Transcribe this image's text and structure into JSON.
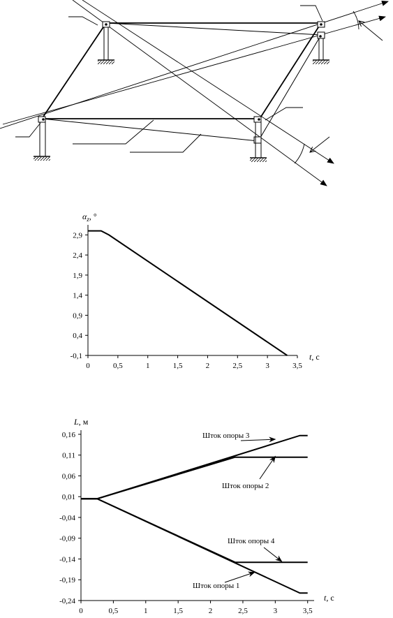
{
  "chart_data": [
    {
      "type": "line",
      "ylabel": "α",
      "ylabel_sub": "z",
      "ylabel_unit": ", °",
      "xlabel": "t",
      "xlabel_unit": ", с",
      "xlim": [
        0,
        3.5
      ],
      "ylim": [
        -0.1,
        3.15
      ],
      "x_ticks": [
        0,
        0.5,
        1,
        1.5,
        2,
        2.5,
        3,
        3.5
      ],
      "x_tick_labels": [
        "0",
        "0,5",
        "1",
        "1,5",
        "2",
        "2,5",
        "3",
        "3,5"
      ],
      "y_ticks": [
        -0.1,
        0.4,
        0.9,
        1.4,
        1.9,
        2.4,
        2.9
      ],
      "y_tick_labels": [
        "-0,1",
        "0,4",
        "0,9",
        "1,4",
        "1,9",
        "2,4",
        "2,9"
      ],
      "grid": false,
      "series": [
        {
          "x": [
            0,
            0.22,
            0.35,
            3.33
          ],
          "y": [
            3.0,
            3.0,
            2.9,
            -0.1
          ]
        }
      ]
    },
    {
      "type": "line",
      "ylabel": "L",
      "ylabel_unit": ", м",
      "xlabel": "t",
      "xlabel_unit": ", с",
      "xlim": [
        0,
        3.6
      ],
      "ylim": [
        -0.24,
        0.17
      ],
      "x_ticks": [
        0,
        0.5,
        1,
        1.5,
        2,
        2.5,
        3,
        3.5
      ],
      "x_tick_labels": [
        "0",
        "0,5",
        "1",
        "1,5",
        "2",
        "2,5",
        "3",
        "3,5"
      ],
      "y_ticks": [
        -0.24,
        -0.19,
        -0.14,
        -0.09,
        -0.04,
        0.01,
        0.06,
        0.11,
        0.16
      ],
      "y_tick_labels": [
        "-0,24",
        "-0,19",
        "-0,14",
        "-0,09",
        "-0,04",
        "0,01",
        "0,06",
        "0,11",
        "0,16"
      ],
      "grid": false,
      "series": [
        {
          "name": "Шток опоры 3",
          "x": [
            0,
            0.25,
            3.38,
            3.5
          ],
          "y": [
            0.005,
            0.005,
            0.157,
            0.157
          ]
        },
        {
          "name": "Шток опоры 2",
          "x": [
            0,
            0.25,
            2.38,
            3.5
          ],
          "y": [
            0.005,
            0.005,
            0.105,
            0.105
          ]
        },
        {
          "name": "Шток опоры 4",
          "x": [
            0,
            0.25,
            2.38,
            3.5
          ],
          "y": [
            0.005,
            0.005,
            -0.148,
            -0.148
          ]
        },
        {
          "name": "Шток опоры 1",
          "x": [
            0,
            0.25,
            3.38,
            3.5
          ],
          "y": [
            0.005,
            0.005,
            -0.222,
            -0.222
          ]
        }
      ]
    }
  ]
}
